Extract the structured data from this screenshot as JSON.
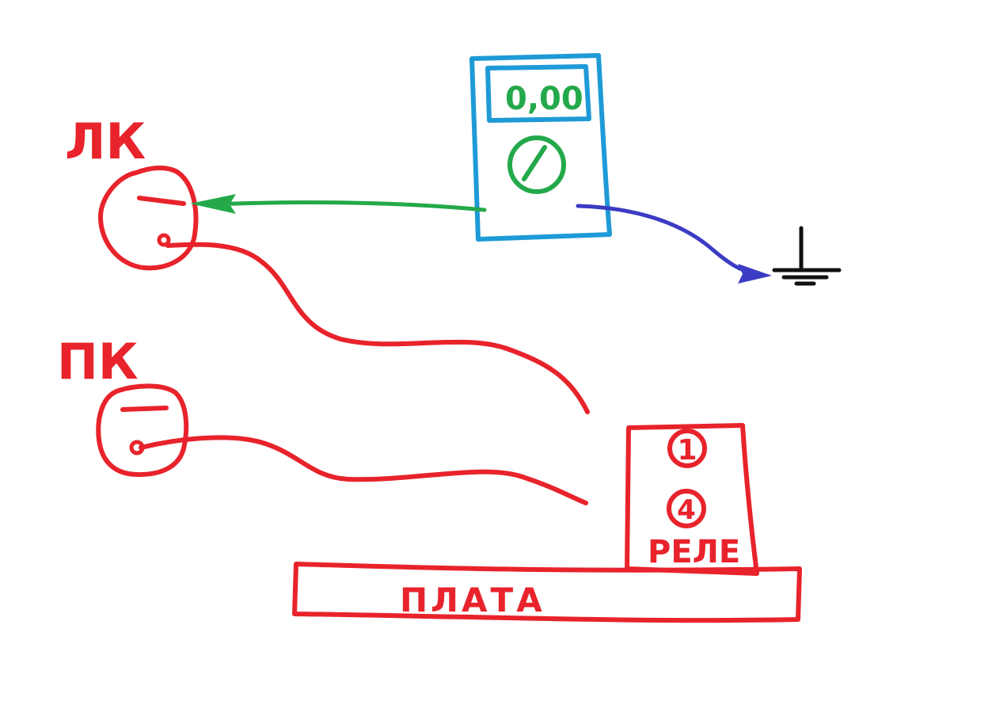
{
  "labels": {
    "left_speaker": "ЛК",
    "right_speaker": "ПК",
    "board": "ПЛАТА",
    "relay": "РЕЛЕ"
  },
  "multimeter": {
    "display": "0,00"
  },
  "relay_pins": [
    "1",
    "4"
  ],
  "colors": {
    "wire_red": "#e8232b",
    "multimeter_body": "#1e9ad6",
    "probe_green": "#23a94a",
    "probe_blue": "#3b3bc4",
    "ground": "#111111"
  },
  "icons": {
    "ground": "ground-symbol-icon",
    "dial": "multimeter-dial-icon"
  }
}
